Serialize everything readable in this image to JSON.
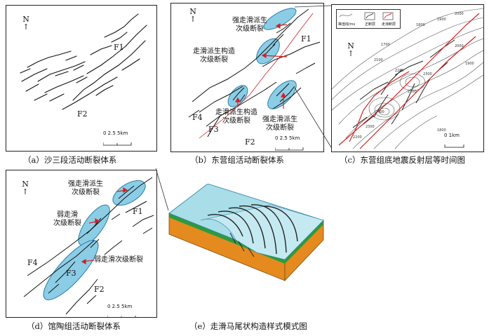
{
  "north_label": "N",
  "scale": {
    "ticks": "0  2.5  5km",
    "ticks_c": "0    1km"
  },
  "panel_a": {
    "caption": "（a）沙三段活动断裂体系",
    "faults": [
      "F1",
      "F2"
    ]
  },
  "panel_b": {
    "caption": "（b）东营组活动断裂体系",
    "faults": [
      "F1",
      "F2",
      "F3",
      "F4"
    ],
    "annotations": {
      "strong_top": "强走滑派生\n次级断裂",
      "strike_slip_mid": "走滑派生构造\n次级断裂",
      "strike_slip_low": "走滑派生构造\n次级断裂",
      "strong_low": "强走滑派生\n次级断裂"
    }
  },
  "panel_c": {
    "caption": "（c）东营组底地震反射层等时间图",
    "legend": {
      "contour": "等值线/ms",
      "normal_fault": "正断层",
      "strike_slip_fault": "走滑断层"
    },
    "contour_values": [
      "1700",
      "1800",
      "1900",
      "2000",
      "2100",
      "2200",
      "2300",
      "2000",
      "1900",
      "1800",
      "2400",
      "2300",
      "2200",
      "2100"
    ]
  },
  "panel_d": {
    "caption": "（d）馆陶组活动断裂体系",
    "faults": [
      "F1",
      "F2",
      "F3",
      "F4"
    ],
    "annotations": {
      "strong": "强走滑派生\n次级断裂",
      "weak_top": "弱走滑\n次级断裂",
      "weak_low": "弱走滑次级断裂"
    }
  },
  "panel_e": {
    "caption": "（e）走滑马尾状构造样式模式图"
  },
  "colors": {
    "ellipse_fill": "#8ccde6",
    "ellipse_stroke": "#2a7fa8",
    "arrow_red": "#d42020",
    "block_top": "#a9dde8",
    "block_green": "#2f9a3c",
    "block_orange": "#e58a1f",
    "strike_slip_line": "#d42020"
  }
}
